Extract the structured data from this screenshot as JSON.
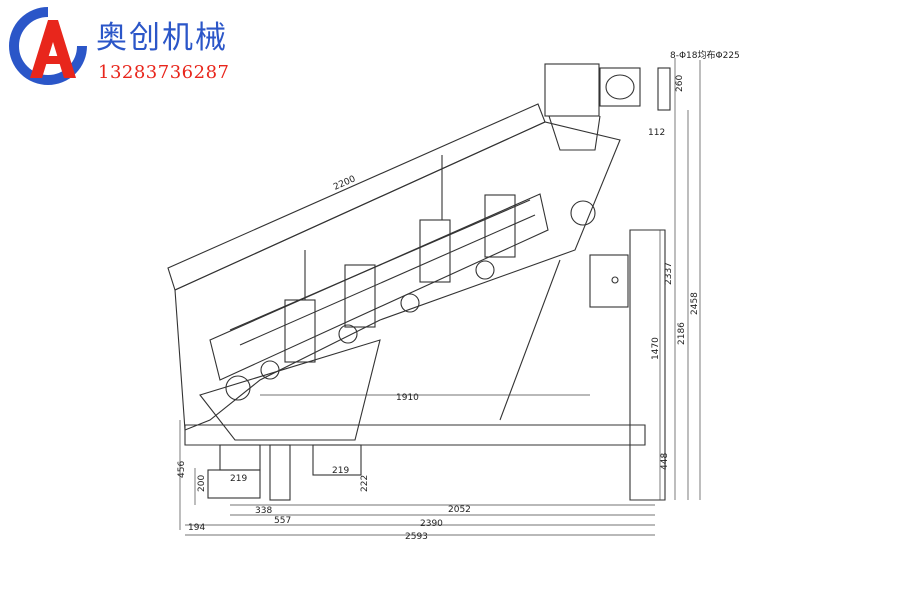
{
  "brand": {
    "name": "奥创机械",
    "phone": "13283736287",
    "logo_colors": {
      "red": "#e8261c",
      "blue": "#2b56c8"
    }
  },
  "drawing": {
    "note_holes": "8-Φ18均布Φ225",
    "dims": {
      "d2200": "2200",
      "d1910": "1910",
      "d260": "260",
      "d112": "112",
      "d2337": "2337",
      "d2186": "2186",
      "d2458": "2458",
      "d1470": "1470",
      "d448": "448",
      "d456": "456",
      "d200": "200",
      "d219a": "219",
      "d219b": "219",
      "d222": "222",
      "d338": "338",
      "d557": "557",
      "d2052": "2052",
      "d2390": "2390",
      "d194": "194",
      "d2593": "2593"
    }
  }
}
